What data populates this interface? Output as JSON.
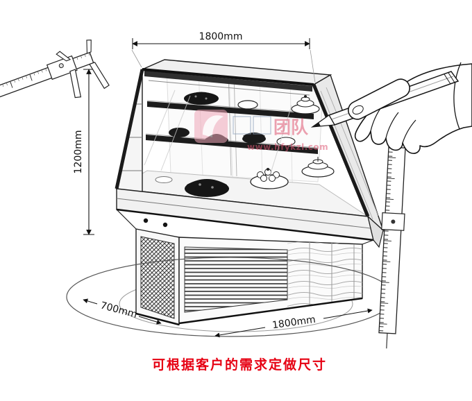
{
  "page": {
    "background": "#ffffff"
  },
  "dimensions": {
    "top_width": "1800mm",
    "height": "1200mm",
    "depth": "700mm",
    "front_width": "1800mm"
  },
  "caption": {
    "text": "可根据客户的需求定做尺寸",
    "color": "#e60012"
  },
  "watermark": {
    "team_text": "团队",
    "url": "www.hfykzl.com",
    "color": "#de5672"
  }
}
